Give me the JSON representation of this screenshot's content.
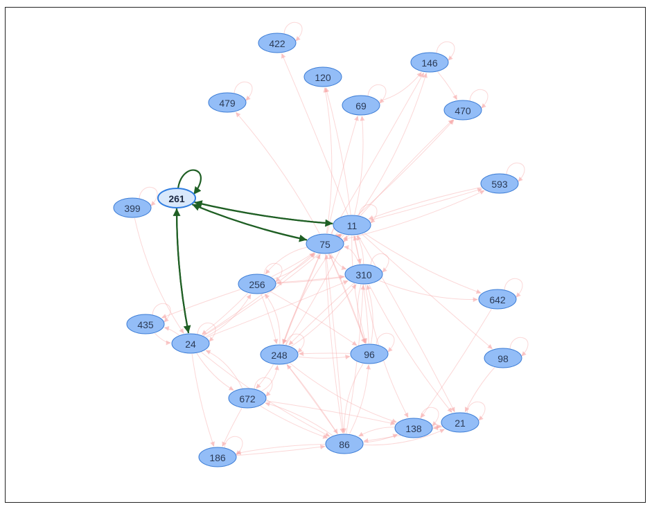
{
  "graph": {
    "focus_node": "261",
    "colors": {
      "node_fill": "#93bdf7",
      "node_stroke": "#3a7bd5",
      "focus_fill": "#d9e8fb",
      "focus_stroke": "#2f7de0",
      "edge_faint": "#f6a6a6",
      "edge_highlight": "#1f5f24",
      "frame": "#222222"
    },
    "nodes": [
      {
        "id": "422",
        "label": "422"
      },
      {
        "id": "146",
        "label": "146"
      },
      {
        "id": "120",
        "label": "120"
      },
      {
        "id": "479",
        "label": "479"
      },
      {
        "id": "69",
        "label": "69"
      },
      {
        "id": "470",
        "label": "470"
      },
      {
        "id": "593",
        "label": "593"
      },
      {
        "id": "261",
        "label": "261"
      },
      {
        "id": "399",
        "label": "399"
      },
      {
        "id": "11",
        "label": "11"
      },
      {
        "id": "75",
        "label": "75"
      },
      {
        "id": "310",
        "label": "310"
      },
      {
        "id": "256",
        "label": "256"
      },
      {
        "id": "642",
        "label": "642"
      },
      {
        "id": "435",
        "label": "435"
      },
      {
        "id": "24",
        "label": "24"
      },
      {
        "id": "248",
        "label": "248"
      },
      {
        "id": "96",
        "label": "96"
      },
      {
        "id": "98",
        "label": "98"
      },
      {
        "id": "672",
        "label": "672"
      },
      {
        "id": "138",
        "label": "138"
      },
      {
        "id": "21",
        "label": "21"
      },
      {
        "id": "86",
        "label": "86"
      },
      {
        "id": "186",
        "label": "186"
      }
    ],
    "highlight_edges": [
      {
        "source": "261",
        "target": "261"
      },
      {
        "source": "261",
        "target": "11"
      },
      {
        "source": "11",
        "target": "261"
      },
      {
        "source": "261",
        "target": "75"
      },
      {
        "source": "75",
        "target": "261"
      },
      {
        "source": "261",
        "target": "24"
      },
      {
        "source": "24",
        "target": "261"
      }
    ],
    "faint_edges": [
      [
        "422",
        "422"
      ],
      [
        "146",
        "146"
      ],
      [
        "479",
        "479"
      ],
      [
        "69",
        "69"
      ],
      [
        "470",
        "470"
      ],
      [
        "593",
        "593"
      ],
      [
        "399",
        "399"
      ],
      [
        "642",
        "642"
      ],
      [
        "98",
        "98"
      ],
      [
        "186",
        "186"
      ],
      [
        "672",
        "672"
      ],
      [
        "21",
        "21"
      ],
      [
        "138",
        "138"
      ],
      [
        "24",
        "24"
      ],
      [
        "435",
        "435"
      ],
      [
        "11",
        "11"
      ],
      [
        "75",
        "75"
      ],
      [
        "310",
        "310"
      ],
      [
        "256",
        "256"
      ],
      [
        "96",
        "96"
      ],
      [
        "248",
        "248"
      ],
      [
        "11",
        "422"
      ],
      [
        "11",
        "120"
      ],
      [
        "11",
        "69"
      ],
      [
        "11",
        "146"
      ],
      [
        "11",
        "470"
      ],
      [
        "11",
        "593"
      ],
      [
        "593",
        "11"
      ],
      [
        "75",
        "479"
      ],
      [
        "75",
        "120"
      ],
      [
        "75",
        "69"
      ],
      [
        "75",
        "146"
      ],
      [
        "75",
        "470"
      ],
      [
        "75",
        "593"
      ],
      [
        "69",
        "146"
      ],
      [
        "146",
        "470"
      ],
      [
        "11",
        "310"
      ],
      [
        "310",
        "11"
      ],
      [
        "75",
        "310"
      ],
      [
        "310",
        "75"
      ],
      [
        "11",
        "75"
      ],
      [
        "75",
        "11"
      ],
      [
        "256",
        "11"
      ],
      [
        "256",
        "75"
      ],
      [
        "75",
        "256"
      ],
      [
        "310",
        "256"
      ],
      [
        "256",
        "310"
      ],
      [
        "24",
        "75"
      ],
      [
        "24",
        "11"
      ],
      [
        "24",
        "256"
      ],
      [
        "256",
        "24"
      ],
      [
        "24",
        "310"
      ],
      [
        "24",
        "435"
      ],
      [
        "435",
        "24"
      ],
      [
        "399",
        "24"
      ],
      [
        "248",
        "75"
      ],
      [
        "75",
        "248"
      ],
      [
        "248",
        "11"
      ],
      [
        "248",
        "310"
      ],
      [
        "248",
        "256"
      ],
      [
        "256",
        "248"
      ],
      [
        "96",
        "75"
      ],
      [
        "96",
        "11"
      ],
      [
        "96",
        "310"
      ],
      [
        "310",
        "96"
      ],
      [
        "256",
        "96"
      ],
      [
        "96",
        "248"
      ],
      [
        "248",
        "96"
      ],
      [
        "11",
        "642"
      ],
      [
        "310",
        "642"
      ],
      [
        "642",
        "138"
      ],
      [
        "11",
        "98"
      ],
      [
        "98",
        "21"
      ],
      [
        "310",
        "21"
      ],
      [
        "310",
        "138"
      ],
      [
        "21",
        "138"
      ],
      [
        "138",
        "21"
      ],
      [
        "86",
        "138"
      ],
      [
        "138",
        "86"
      ],
      [
        "86",
        "21"
      ],
      [
        "21",
        "86"
      ],
      [
        "86",
        "75"
      ],
      [
        "86",
        "310"
      ],
      [
        "86",
        "96"
      ],
      [
        "96",
        "86"
      ],
      [
        "248",
        "86"
      ],
      [
        "86",
        "248"
      ],
      [
        "672",
        "86"
      ],
      [
        "86",
        "672"
      ],
      [
        "672",
        "248"
      ],
      [
        "248",
        "672"
      ],
      [
        "672",
        "186"
      ],
      [
        "24",
        "186"
      ],
      [
        "24",
        "672"
      ],
      [
        "672",
        "24"
      ],
      [
        "672",
        "138"
      ],
      [
        "186",
        "86"
      ],
      [
        "86",
        "186"
      ],
      [
        "24",
        "86"
      ],
      [
        "248",
        "138"
      ],
      [
        "11",
        "21"
      ],
      [
        "256",
        "435"
      ],
      [
        "75",
        "86"
      ],
      [
        "11",
        "96"
      ],
      [
        "11",
        "248"
      ],
      [
        "75",
        "96"
      ],
      [
        "310",
        "248"
      ]
    ]
  }
}
